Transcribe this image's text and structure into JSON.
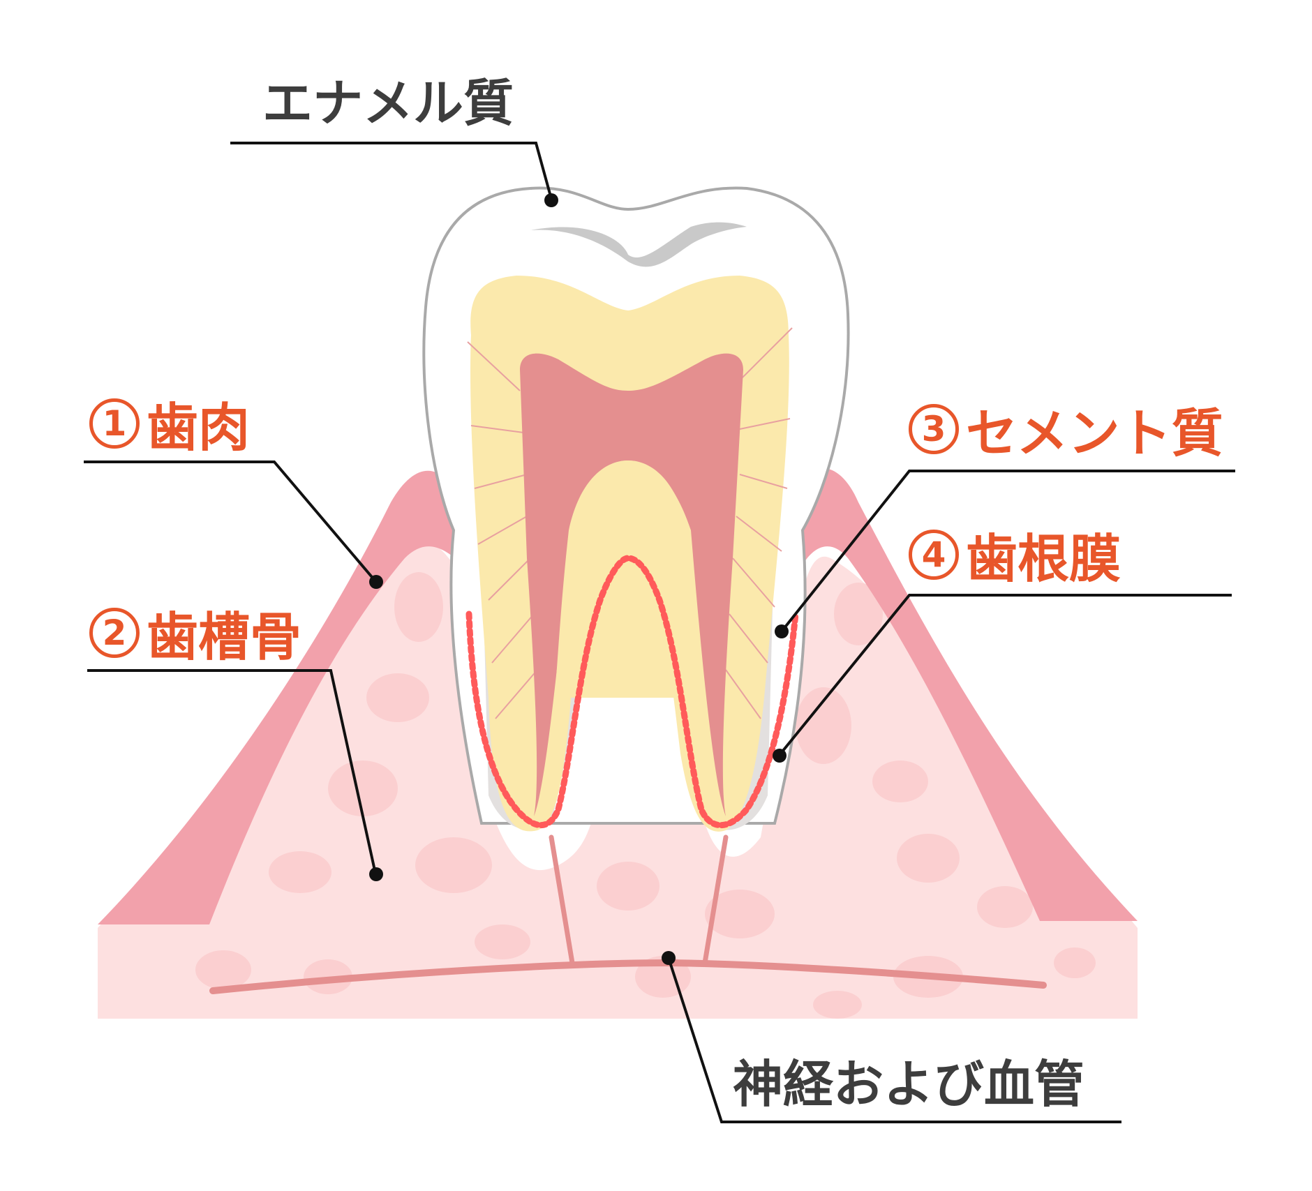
{
  "labels": {
    "enamel": "エナメル質",
    "gingiva": {
      "number": "1",
      "text": "歯肉"
    },
    "alveolar_bone": {
      "number": "2",
      "text": "歯槽骨"
    },
    "cementum": {
      "number": "3",
      "text": "セメント質"
    },
    "pdl": {
      "number": "4",
      "text": "歯根膜"
    },
    "nerves": "神経および血管"
  },
  "colors": {
    "enamel": "#ffffff",
    "enamel_outline": "#a9a9a9",
    "dentin": "#fbe9ac",
    "pulp": "#e48f8f",
    "gingiva": "#f2a1ab",
    "bone": "#fde0e0",
    "bone_spots": "#fbcfd0",
    "membrane": "#ff5a5a",
    "accent_text": "#e8562a",
    "dark_text": "#3d3d3d",
    "leader": "#111111"
  }
}
